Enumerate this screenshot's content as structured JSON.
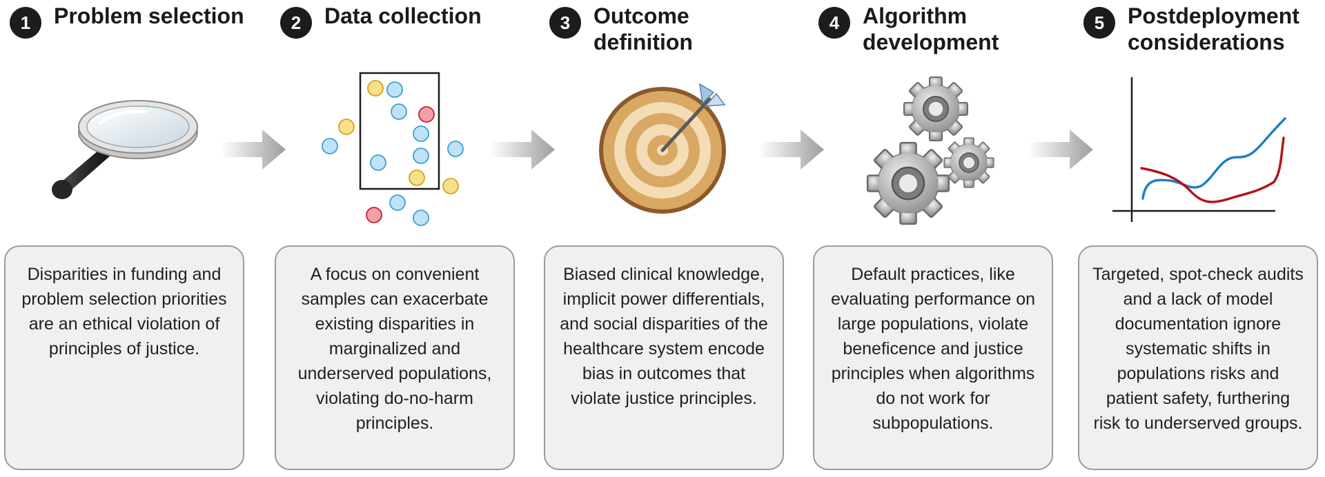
{
  "stages": [
    {
      "number": "1",
      "title": "Problem selection",
      "icon": "magnifying-glass-icon",
      "description": "Disparities in funding and problem selection priorities are an ethical violation of principles of justice."
    },
    {
      "number": "2",
      "title": "Data collection",
      "icon": "data-points-sample-icon",
      "description": "A focus on convenient samples can exacerbate existing disparities in marginalized and underserved populations, violating do-no-harm principles."
    },
    {
      "number": "3",
      "title": "Outcome definition",
      "icon": "target-with-arrow-icon",
      "description": "Biased clinical knowledge, implicit power differentials, and social disparities of the healthcare system encode bias in outcomes that violate justice principles."
    },
    {
      "number": "4",
      "title": "Algorithm development",
      "icon": "gears-icon",
      "description": "Default practices, like evaluating performance on large populations, violate beneficence and justice principles when algorithms do not work for subpopulations."
    },
    {
      "number": "5",
      "title": "Postdeployment considerations",
      "icon": "line-plot-icon",
      "description": "Targeted, spot-check audits and a lack of model documentation ignore systematic shifts in populations risks and patient safety, furthering risk to underserved groups."
    }
  ],
  "colors": {
    "badge": "#1c1c1c",
    "box_fill": "#eef1ee",
    "box_border": "#9a9a9a",
    "arrow": "#9e9e9e",
    "dot_blue": "#bfe3f5",
    "dot_yellow": "#f7e08a",
    "dot_red": "#f2a0a8",
    "line_blue": "#1f7fc4",
    "line_red": "#b5121b"
  }
}
